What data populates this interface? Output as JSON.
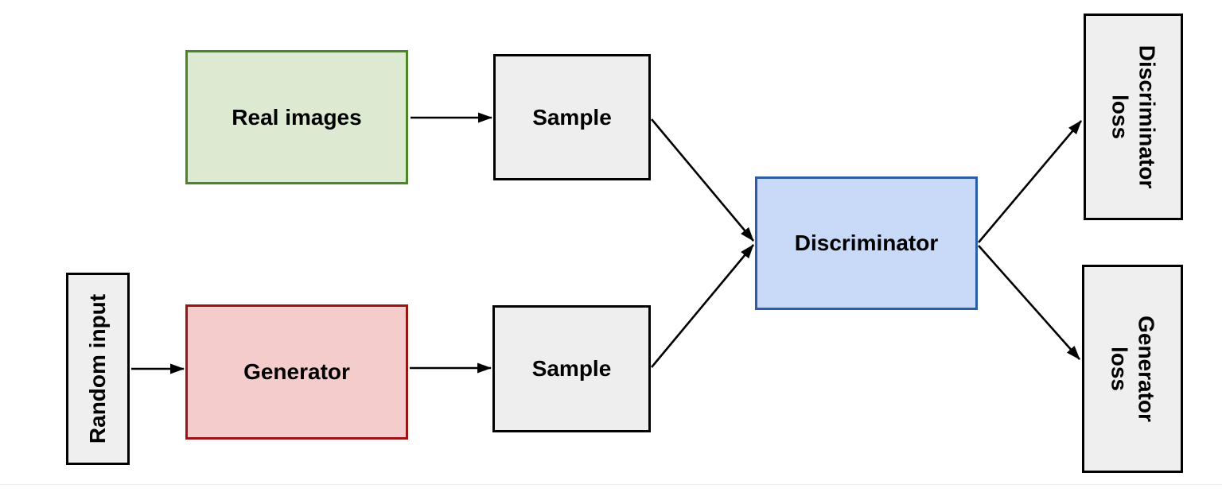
{
  "diagram_type": "flow-diagram",
  "nodes": {
    "real_images": {
      "label": "Real images",
      "fill": "#dcead2",
      "border": "#4a8528"
    },
    "sample_top": {
      "label": "Sample",
      "fill": "#eeeeee",
      "border": "#000000"
    },
    "random_input": {
      "label": "Random input",
      "fill": "#efefef",
      "border": "#000000"
    },
    "generator": {
      "label": "Generator",
      "fill": "#f4cccc",
      "border": "#9b1313"
    },
    "sample_bottom": {
      "label": "Sample",
      "fill": "#eeeeee",
      "border": "#000000"
    },
    "discriminator": {
      "label": "Discriminator",
      "fill": "#c9daf8",
      "border": "#2b5ea7"
    },
    "discriminator_loss": {
      "label": "Discriminator loss",
      "label_lines": [
        "Discriminator",
        "loss"
      ],
      "fill": "#efefef",
      "border": "#000000"
    },
    "generator_loss": {
      "label": "Generator loss",
      "label_lines": [
        "Generator",
        "loss"
      ],
      "fill": "#efefef",
      "border": "#000000"
    }
  },
  "edges": [
    {
      "from": "real_images",
      "to": "sample_top"
    },
    {
      "from": "random_input",
      "to": "generator"
    },
    {
      "from": "generator",
      "to": "sample_bottom"
    },
    {
      "from": "sample_top",
      "to": "discriminator"
    },
    {
      "from": "sample_bottom",
      "to": "discriminator"
    },
    {
      "from": "discriminator",
      "to": "discriminator_loss"
    },
    {
      "from": "discriminator",
      "to": "generator_loss"
    }
  ],
  "arrow_color": "#000000"
}
